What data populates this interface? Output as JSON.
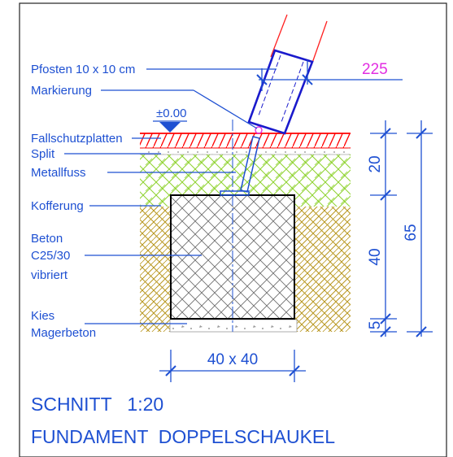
{
  "labels": {
    "pfosten": "Pfosten 10 x 10 cm",
    "markierung": "Markierung",
    "level": "±0.00",
    "fallschutz": "Fallschutzplatten",
    "split": "Split",
    "metallfuss": "Metallfuss",
    "kofferung": "Kofferung",
    "beton1": "Beton",
    "beton2": "C25/30",
    "beton3": "vibriert",
    "kies": "Kies",
    "magerbeton": "Magerbeton"
  },
  "dimensions": {
    "angle": "225",
    "d20": "20",
    "d40": "40",
    "d5": "5",
    "d65": "65",
    "foundation": "40 x 40"
  },
  "title": {
    "line1": "SCHNITT   1:20",
    "line2": "FUNDAMENT  DOPPELSCHAUKEL"
  },
  "colors": {
    "annotation": "#1e50d2",
    "fallschutz": "#ff0000",
    "split_layer": "#c8c8c8",
    "kofferung": "#8ed22e",
    "soil": "#b8961e",
    "concrete": "#707070",
    "angle_text": "#e22ee2"
  }
}
